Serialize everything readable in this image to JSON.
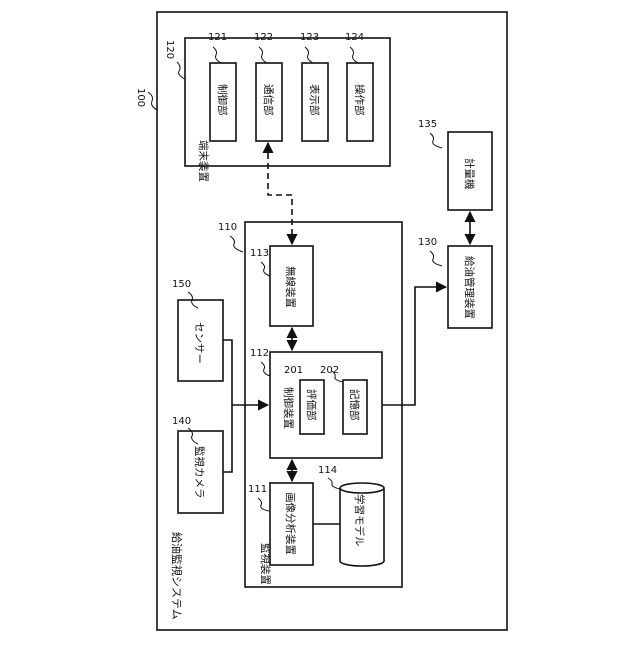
{
  "system": {
    "ref": "100",
    "label": "給油監視システム"
  },
  "terminal": {
    "ref": "120",
    "label": "端末装置",
    "units": [
      {
        "ref": "121",
        "label": "制御部"
      },
      {
        "ref": "122",
        "label": "通信部"
      },
      {
        "ref": "123",
        "label": "表示部"
      },
      {
        "ref": "124",
        "label": "操作部"
      }
    ]
  },
  "monitor": {
    "ref": "110",
    "label": "監視装置",
    "wireless": {
      "ref": "113",
      "label": "無線装置"
    },
    "control": {
      "ref": "112",
      "label": "制御装置",
      "eval": {
        "ref": "201",
        "label": "評価部"
      },
      "storage": {
        "ref": "202",
        "label": "記憶部"
      }
    },
    "image_analysis": {
      "ref": "111",
      "label": "画像分析装置"
    },
    "model": {
      "ref": "114",
      "label": "学習モデル"
    }
  },
  "sensor": {
    "ref": "150",
    "label": "センサー"
  },
  "camera": {
    "ref": "140",
    "label": "監視カメラ"
  },
  "meter": {
    "ref": "135",
    "label": "計量機"
  },
  "fuel_mgmt": {
    "ref": "130",
    "label": "給油管理装置"
  }
}
